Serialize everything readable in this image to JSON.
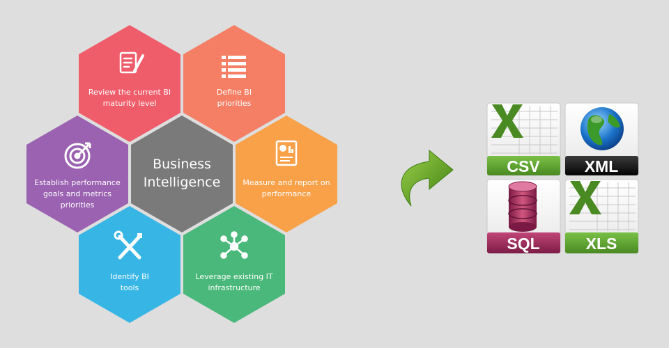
{
  "center": {
    "label_line1": "Business",
    "label_line2": "Intelligence",
    "color": "#7a7a7a"
  },
  "hexagons": [
    {
      "id": "review",
      "line1": "Review the current BI",
      "line2": "maturity level",
      "line3": "",
      "color": "#ef5c6a",
      "icon": "document-pencil-icon"
    },
    {
      "id": "define",
      "line1": "Define BI",
      "line2": "priorities",
      "line3": "",
      "color": "#f47f65",
      "icon": "list-icon"
    },
    {
      "id": "measure",
      "line1": "Measure and report on",
      "line2": "performance",
      "line3": "",
      "color": "#f8a149",
      "icon": "report-chart-icon"
    },
    {
      "id": "leverage",
      "line1": "Leverage existing IT",
      "line2": "infrastructure",
      "line3": "",
      "color": "#4ab87a",
      "icon": "network-icon"
    },
    {
      "id": "identify",
      "line1": "Identify BI",
      "line2": "tools",
      "line3": "",
      "color": "#37b6e6",
      "icon": "wrench-screwdriver-icon"
    },
    {
      "id": "establish",
      "line1": "Establish performance",
      "line2": "goals and metrics",
      "line3": "priorities",
      "color": "#9a62b1",
      "icon": "target-icon"
    }
  ],
  "arrow": {
    "icon": "curved-arrow-icon",
    "color": "#5a9a1e"
  },
  "formats": [
    {
      "id": "csv",
      "label": "CSV",
      "band_color": "#5a9e2c",
      "icon": "excel-icon"
    },
    {
      "id": "xml",
      "label": "XML",
      "band_color": "#111111",
      "icon": "globe-icon"
    },
    {
      "id": "sql",
      "label": "SQL",
      "band_color": "#9a2a5a",
      "icon": "database-icon"
    },
    {
      "id": "xls",
      "label": "XLS",
      "band_color": "#5a9e2c",
      "icon": "excel-icon"
    }
  ]
}
